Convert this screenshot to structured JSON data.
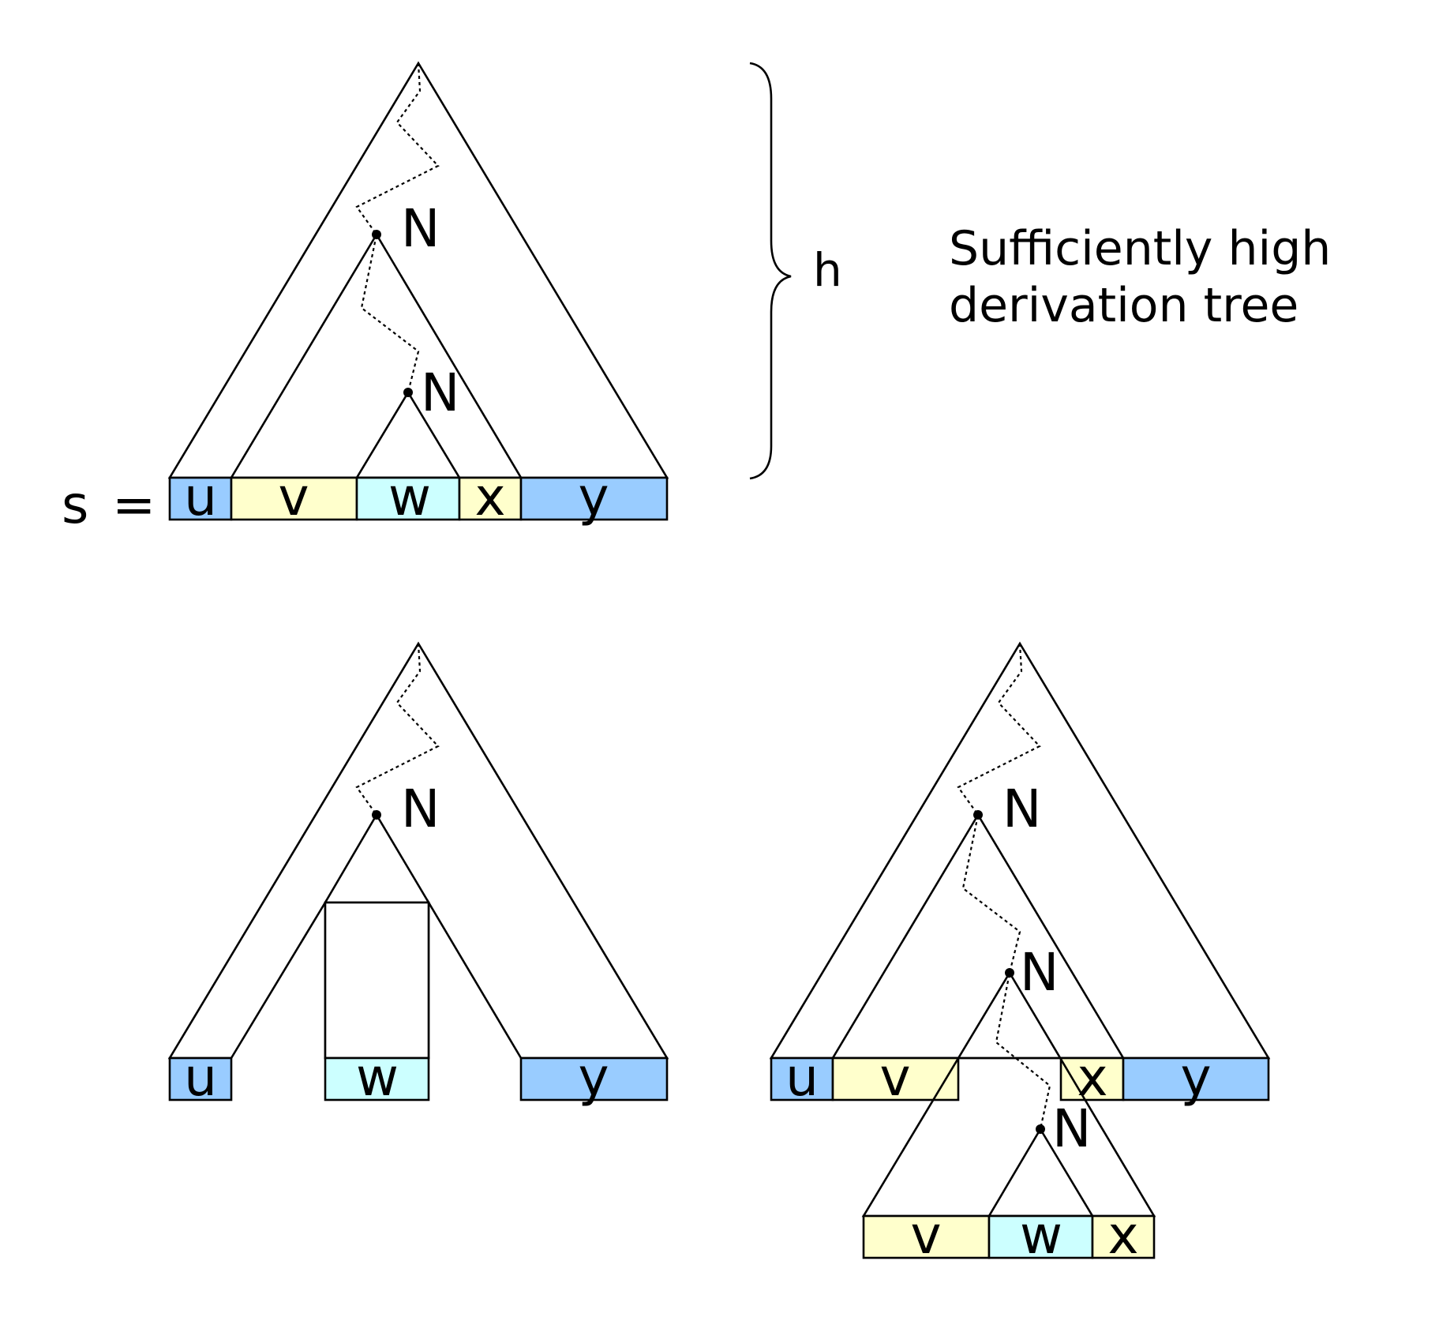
{
  "colors": {
    "blue": "#99ccff",
    "yellow": "#ffffcc",
    "cyan": "#ccffff",
    "line": "#000000"
  },
  "top": {
    "s_label": "s",
    "equals": "=",
    "segments": [
      "u",
      "v",
      "w",
      "x",
      "y"
    ],
    "node_outer": "N",
    "node_inner": "N",
    "height_label": "h",
    "caption_line1": "Sufficiently high",
    "caption_line2": "derivation tree"
  },
  "bottom_left": {
    "node": "N",
    "segments": [
      "u",
      "w",
      "y"
    ]
  },
  "bottom_right": {
    "node_outer": "N",
    "node_middle": "N",
    "node_inner": "N",
    "top_segments": [
      "u",
      "v",
      "x",
      "y"
    ],
    "bottom_segments": [
      "v",
      "w",
      "x"
    ]
  }
}
